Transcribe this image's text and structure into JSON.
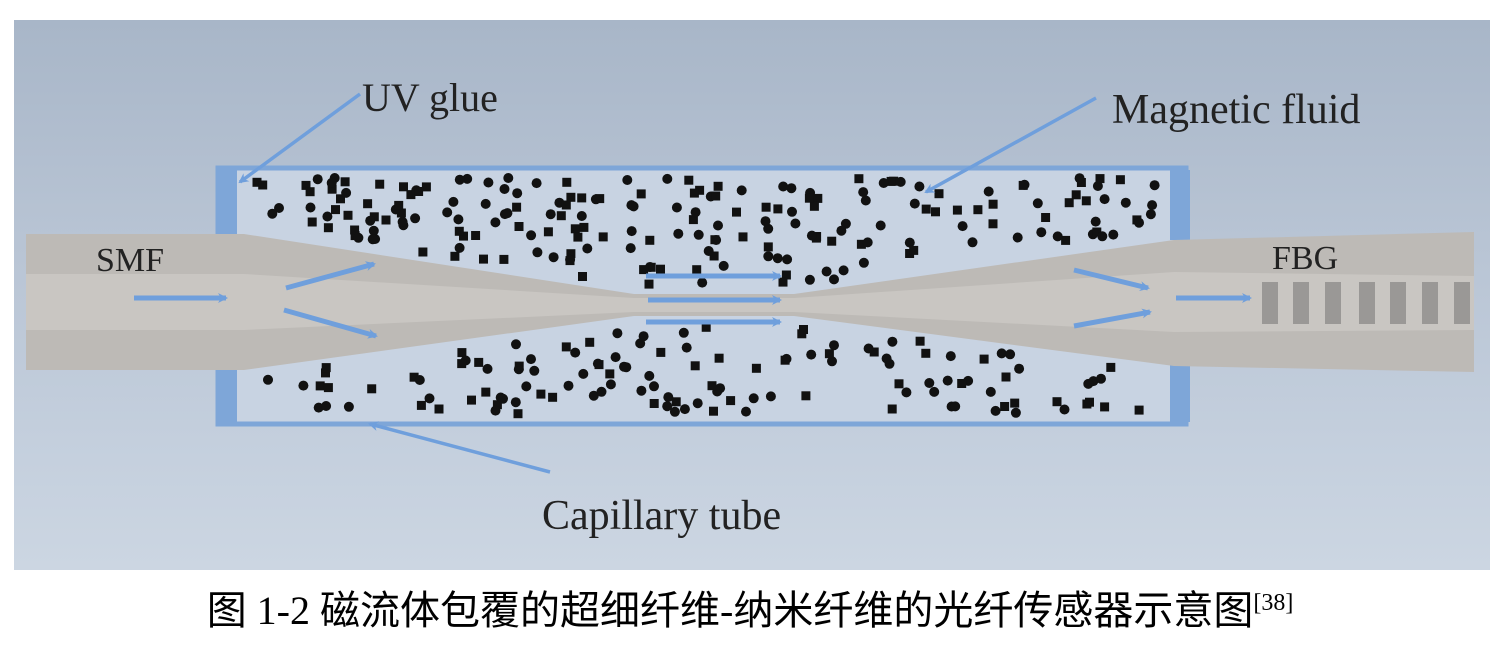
{
  "figure": {
    "labels": {
      "uv_glue": "UV glue",
      "magnetic_fluid": "Magnetic fluid",
      "smf": "SMF",
      "fbg": "FBG",
      "capillary_tube": "Capillary tube"
    },
    "colors": {
      "background_top": "#a8b6c8",
      "background_bottom": "#ccd6e2",
      "fiber": "#bdbab6",
      "fiber_core": "#c9c6c2",
      "tube_fill": "#c8d3e2",
      "tube_border": "#7ea6d8",
      "arrow": "#6f9fdc",
      "particle": "#111111",
      "grating": "#9a9896"
    }
  },
  "caption": {
    "text": "图 1-2 磁流体包覆的超细纤维-纳米纤维的光纤传感器示意图",
    "reference": "[38]"
  }
}
